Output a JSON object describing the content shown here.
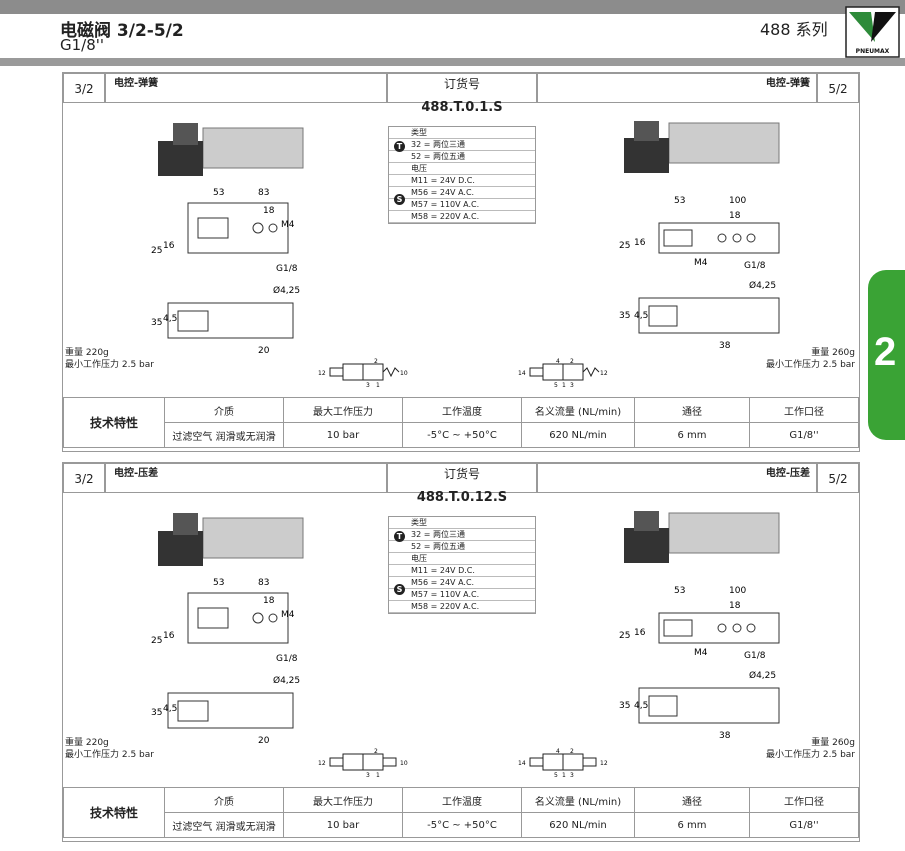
{
  "header": {
    "title": "电磁阀 3/2-5/2",
    "subtitle": "G1/8''",
    "series": "488 系列",
    "logo_text": "PNEUMAX"
  },
  "side_tab": "2",
  "sections": [
    {
      "left_code": "3/2",
      "left_title": "电控-弹簧",
      "order_label": "订货号",
      "order_number": "488.T.0.1.S",
      "right_title": "电控-弹簧",
      "right_code": "5/2",
      "type_label": "类型",
      "types": [
        "32 = 两位三通",
        "52 = 两位五通"
      ],
      "voltage_label": "电压",
      "voltages": [
        "M11 = 24V D.C.",
        "M56 = 24V A.C.",
        "M57 = 110V A.C.",
        "M58 = 220V A.C."
      ],
      "left_weight": "重量 220g",
      "left_pressure": "最小工作压力 2.5 bar",
      "right_weight": "重量 260g",
      "right_pressure": "最小工作压力 2.5 bar"
    },
    {
      "left_code": "3/2",
      "left_title": "电控-压差",
      "order_label": "订货号",
      "order_number": "488.T.0.12.S",
      "right_title": "电控-压差",
      "right_code": "5/2",
      "type_label": "类型",
      "types": [
        "32 = 两位三通",
        "52 = 两位五通"
      ],
      "voltage_label": "电压",
      "voltages": [
        "M11 = 24V D.C.",
        "M56 = 24V A.C.",
        "M57 = 110V A.C.",
        "M58 = 220V A.C."
      ],
      "left_weight": "重量 220g",
      "left_pressure": "最小工作压力 2.5 bar",
      "right_weight": "重量 260g",
      "right_pressure": "最小工作压力 2.5 bar"
    }
  ],
  "specs": {
    "label": "技术特性",
    "headers": [
      "介质",
      "最大工作压力",
      "工作温度",
      "名义流量 (NL/min)",
      "通径",
      "工作口径"
    ],
    "values": [
      "过滤空气 润滑或无润滑",
      "10 bar",
      "-5°C ~ +50°C",
      "620 NL/min",
      "6 mm",
      "G1/8''"
    ]
  },
  "dims": {
    "left": [
      "53",
      "83",
      "18",
      "M4",
      "25",
      "16",
      "G1/8",
      "35",
      "4,5",
      "Ø4,25",
      "20"
    ],
    "right": [
      "53",
      "100",
      "18",
      "25",
      "16",
      "M4",
      "G1/8",
      "Ø4,25",
      "35",
      "4,5",
      "38"
    ]
  },
  "symbol_ports": {
    "left": [
      "12",
      "10",
      "2",
      "3",
      "1"
    ],
    "right": [
      "14",
      "12",
      "4",
      "2",
      "5",
      "1",
      "3"
    ]
  }
}
